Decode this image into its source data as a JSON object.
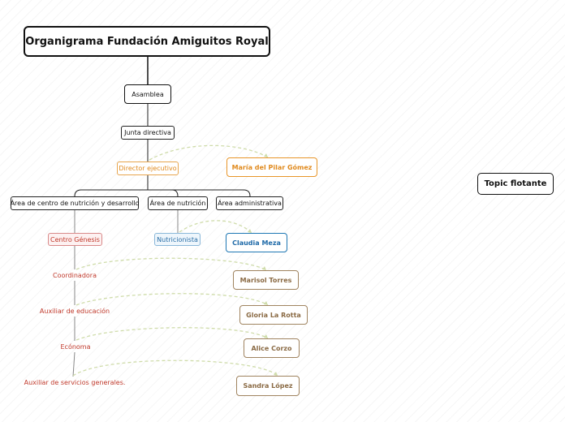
{
  "title": "Organigrama Fundación Amiguitos Royal",
  "nodes": {
    "asamblea": "Asamblea",
    "junta": "Junta directiva",
    "director": "Director ejecutivo",
    "director_person": "María del Pilar Gómez",
    "area_centro": "Área de centro de nutrición y desarrollo",
    "area_nutricion": "Área de nutrición",
    "area_admin": "Área administrativa",
    "centro_genesis": "Centro Génesis",
    "nutricionista": "Nutricionista",
    "nutricionista_person": "Claudia Meza",
    "coordinadora": "Coordinadora",
    "coordinadora_person": "Marisol Torres",
    "auxiliar_educacion": "Auxiliar de educación",
    "auxiliar_educacion_person": "Gloria La Rotta",
    "economa": "Ecónoma",
    "economa_person": "Alice Corzo",
    "auxiliar_servicios": "Auxiliar de servicios generales.",
    "auxiliar_servicios_person": "Sandra López"
  },
  "floating_topic": "Topic flotante",
  "colors": {
    "orange": "#e8962a",
    "red": "#c0392b",
    "blue": "#1f78b4",
    "brown": "#a08460",
    "dashed_link": "#cfdcaa"
  }
}
